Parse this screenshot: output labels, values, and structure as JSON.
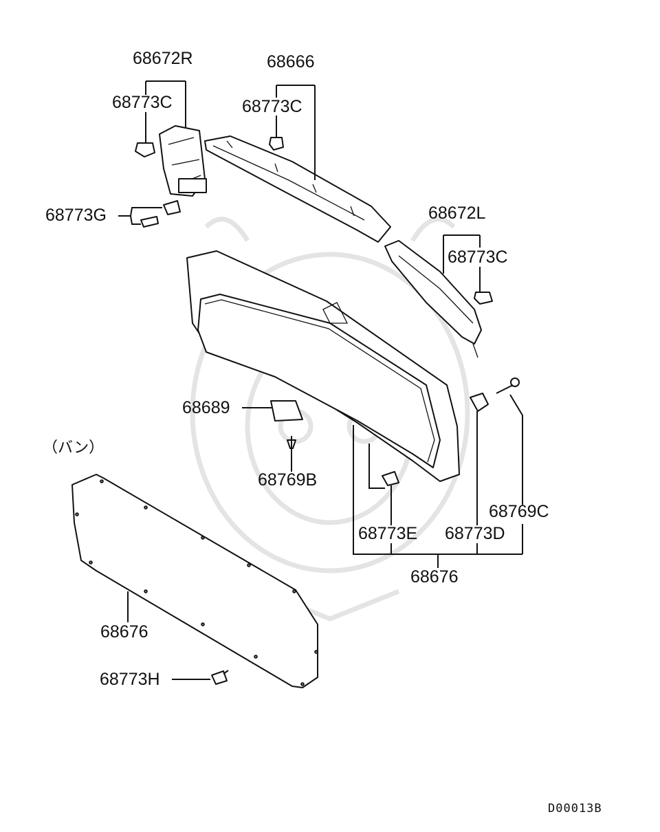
{
  "diagram": {
    "code": "D00013B",
    "variant_note": "（バン）",
    "labels": {
      "p68672R": "68672R",
      "p68773C_left": "68773C",
      "p68666": "68666",
      "p68773C_mid": "68773C",
      "p68773G": "68773G",
      "p68672L": "68672L",
      "p68773C_right": "68773C",
      "p68689": "68689",
      "p68769B": "68769B",
      "p68769C": "68769C",
      "p68773E": "68773E",
      "p68773D": "68773D",
      "p68676_right": "68676",
      "p68676_left": "68676",
      "p68773H": "68773H"
    }
  }
}
